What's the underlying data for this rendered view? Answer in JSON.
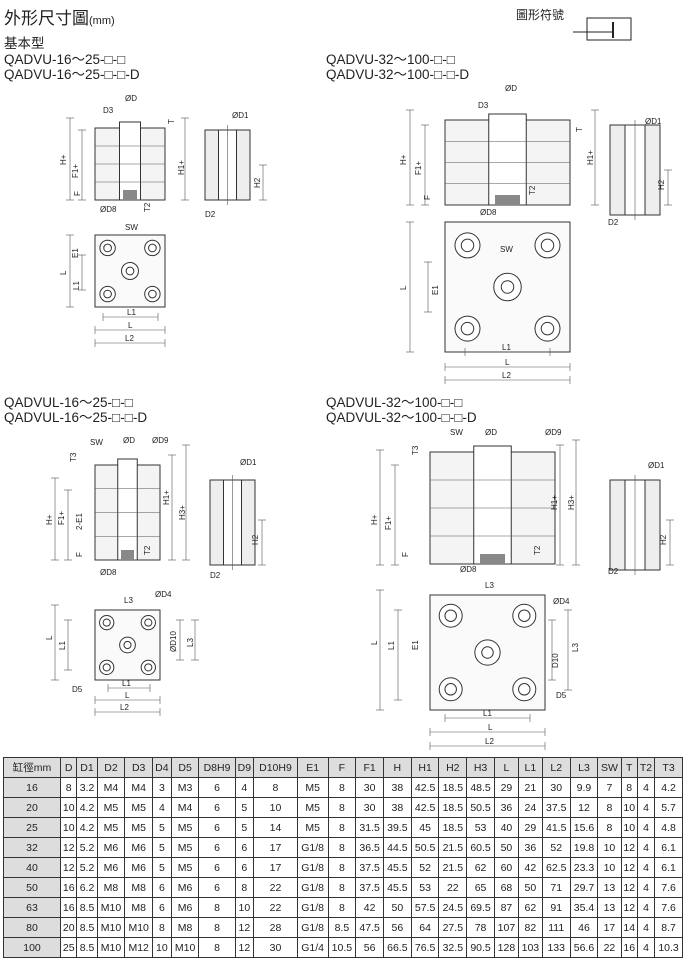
{
  "title": "外形尺寸圖",
  "title_unit": "(mm)",
  "symbol_label": "圖形符號",
  "basic_type": "基本型",
  "models": {
    "q1": [
      "QADVU-16～25-□-□",
      "QADVU-16～25-□-□-D"
    ],
    "q2": [
      "QADVU-32～100-□-□",
      "QADVU-32～100-□-□-D"
    ],
    "q3": [
      "QADVUL-16～25-□-□",
      "QADVUL-16～25-□-□-D"
    ],
    "q4": [
      "QADVUL-32～100-□-□",
      "QADVUL-32～100-□-□-D"
    ]
  },
  "dims": {
    "D": "ØD",
    "D1": "ØD1",
    "D2": "D2",
    "D3": "D3",
    "D4": "ØD4",
    "D5": "D5",
    "D8": "ØD8",
    "D9": "ØD9",
    "D10": "ØD10",
    "D10b": "D10",
    "E1": "E1",
    "F": "F",
    "F1": "F1+",
    "H": "H+",
    "H1": "H1+",
    "H2": "H2",
    "H3": "H3+",
    "L": "L",
    "L1": "L1",
    "L2": "L2",
    "L3": "L3",
    "SW": "SW",
    "T": "T",
    "T2": "T2",
    "T3": "T3",
    "twoE1": "2-E1"
  },
  "table": {
    "headers": [
      "缸徑mm",
      "D",
      "D1",
      "D2",
      "D3",
      "D4",
      "D5",
      "D8H9",
      "D9",
      "D10H9",
      "E1",
      "F",
      "F1",
      "H",
      "H1",
      "H2",
      "H3",
      "L",
      "L1",
      "L2",
      "L3",
      "SW",
      "T",
      "T2",
      "T3"
    ],
    "rows": [
      [
        "16",
        "8",
        "3.2",
        "M4",
        "M4",
        "3",
        "M3",
        "6",
        "4",
        "8",
        "M5",
        "8",
        "30",
        "38",
        "42.5",
        "18.5",
        "48.5",
        "29",
        "21",
        "30",
        "9.9",
        "7",
        "8",
        "4",
        "4.2"
      ],
      [
        "20",
        "10",
        "4.2",
        "M5",
        "M5",
        "4",
        "M4",
        "6",
        "5",
        "10",
        "M5",
        "8",
        "30",
        "38",
        "42.5",
        "18.5",
        "50.5",
        "36",
        "24",
        "37.5",
        "12",
        "8",
        "10",
        "4",
        "5.7"
      ],
      [
        "25",
        "10",
        "4.2",
        "M5",
        "M5",
        "5",
        "M5",
        "6",
        "5",
        "14",
        "M5",
        "8",
        "31.5",
        "39.5",
        "45",
        "18.5",
        "53",
        "40",
        "29",
        "41.5",
        "15.6",
        "8",
        "10",
        "4",
        "4.8"
      ],
      [
        "32",
        "12",
        "5.2",
        "M6",
        "M6",
        "5",
        "M5",
        "6",
        "6",
        "17",
        "G1/8",
        "8",
        "36.5",
        "44.5",
        "50.5",
        "21.5",
        "60.5",
        "50",
        "36",
        "52",
        "19.8",
        "10",
        "12",
        "4",
        "6.1"
      ],
      [
        "40",
        "12",
        "5.2",
        "M6",
        "M6",
        "5",
        "M5",
        "6",
        "6",
        "17",
        "G1/8",
        "8",
        "37.5",
        "45.5",
        "52",
        "21.5",
        "62",
        "60",
        "42",
        "62.5",
        "23.3",
        "10",
        "12",
        "4",
        "6.1"
      ],
      [
        "50",
        "16",
        "6.2",
        "M8",
        "M8",
        "6",
        "M6",
        "6",
        "8",
        "22",
        "G1/8",
        "8",
        "37.5",
        "45.5",
        "53",
        "22",
        "65",
        "68",
        "50",
        "71",
        "29.7",
        "13",
        "12",
        "4",
        "7.6"
      ],
      [
        "63",
        "16",
        "8.5",
        "M10",
        "M8",
        "6",
        "M6",
        "8",
        "10",
        "22",
        "G1/8",
        "8",
        "42",
        "50",
        "57.5",
        "24.5",
        "69.5",
        "87",
        "62",
        "91",
        "35.4",
        "13",
        "12",
        "4",
        "7.6"
      ],
      [
        "80",
        "20",
        "8.5",
        "M10",
        "M10",
        "8",
        "M8",
        "8",
        "12",
        "28",
        "G1/8",
        "8.5",
        "47.5",
        "56",
        "64",
        "27.5",
        "78",
        "107",
        "82",
        "111",
        "46",
        "17",
        "14",
        "4",
        "8.7"
      ],
      [
        "100",
        "25",
        "8.5",
        "M10",
        "M12",
        "10",
        "M10",
        "8",
        "12",
        "30",
        "G1/4",
        "10.5",
        "56",
        "66.5",
        "76.5",
        "32.5",
        "90.5",
        "128",
        "103",
        "133",
        "56.6",
        "22",
        "16",
        "4",
        "10.3"
      ]
    ]
  }
}
